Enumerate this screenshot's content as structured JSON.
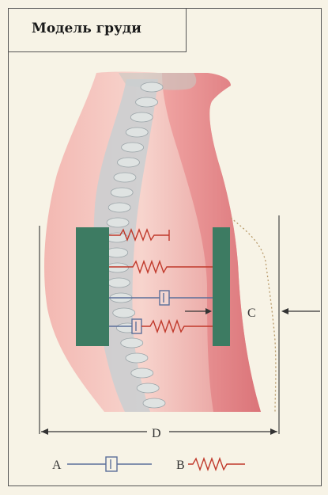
{
  "title": "Модель груди",
  "labels": {
    "c": "C",
    "d": "D",
    "a": "A",
    "b": "B"
  },
  "colors": {
    "body": "#e9a1a0",
    "flesh_light": "#f6c9c2",
    "plate": "#3e7c63",
    "spring": "#c0392b",
    "damper": "#5b6f9a",
    "spine": "#b9c2c6"
  }
}
